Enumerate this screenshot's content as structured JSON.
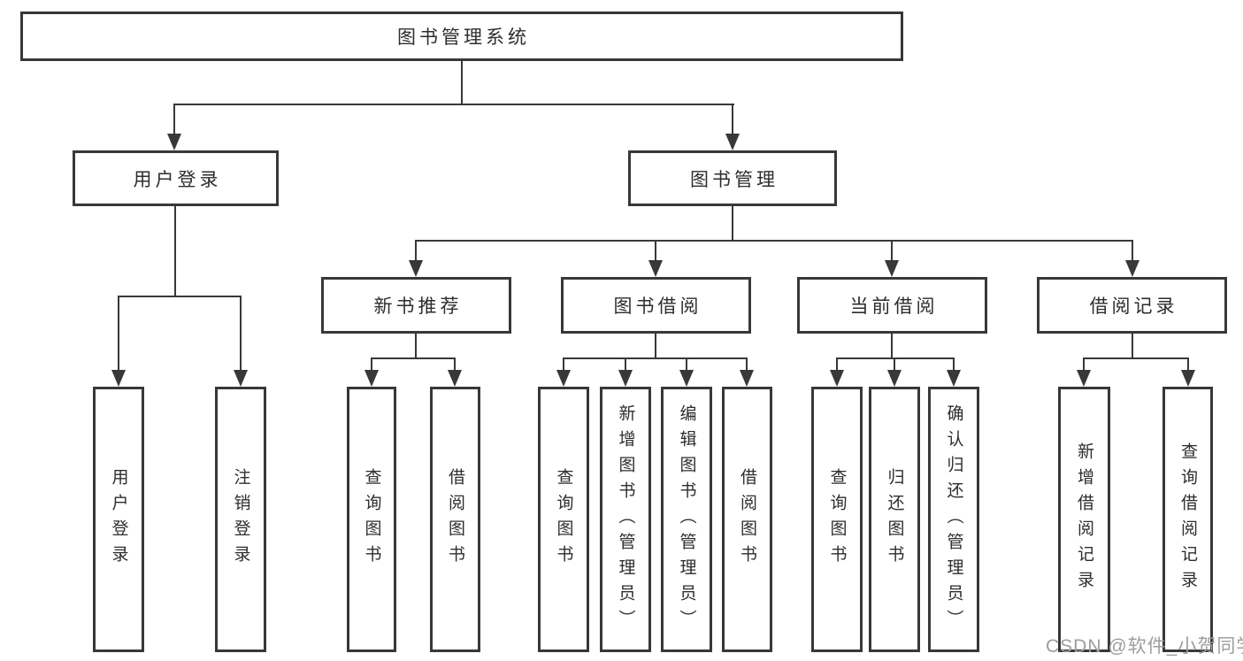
{
  "tree": {
    "label": "图书管理系统",
    "children": [
      {
        "label": "用户登录",
        "children": [
          {
            "label": "用户登录"
          },
          {
            "label": "注销登录"
          }
        ]
      },
      {
        "label": "图书管理",
        "children": [
          {
            "label": "新书推荐",
            "children": [
              {
                "label": "查询图书"
              },
              {
                "label": "借阅图书"
              }
            ]
          },
          {
            "label": "图书借阅",
            "children": [
              {
                "label": "查询图书"
              },
              {
                "label": "新增图书（管理员）"
              },
              {
                "label": "编辑图书（管理员）"
              },
              {
                "label": "借阅图书"
              }
            ]
          },
          {
            "label": "当前借阅",
            "children": [
              {
                "label": "查询图书"
              },
              {
                "label": "归还图书"
              },
              {
                "label": "确认归还（管理员）"
              }
            ]
          },
          {
            "label": "借阅记录",
            "children": [
              {
                "label": "新增借阅记录"
              },
              {
                "label": "查询借阅记录"
              }
            ]
          }
        ]
      }
    ]
  },
  "watermark": {
    "text": "CSDN @软件_小贺同学"
  },
  "colors": {
    "line": "#383838",
    "text": "#2d2d2d",
    "watermark": "#a09c9c",
    "background": "#ffffff"
  }
}
